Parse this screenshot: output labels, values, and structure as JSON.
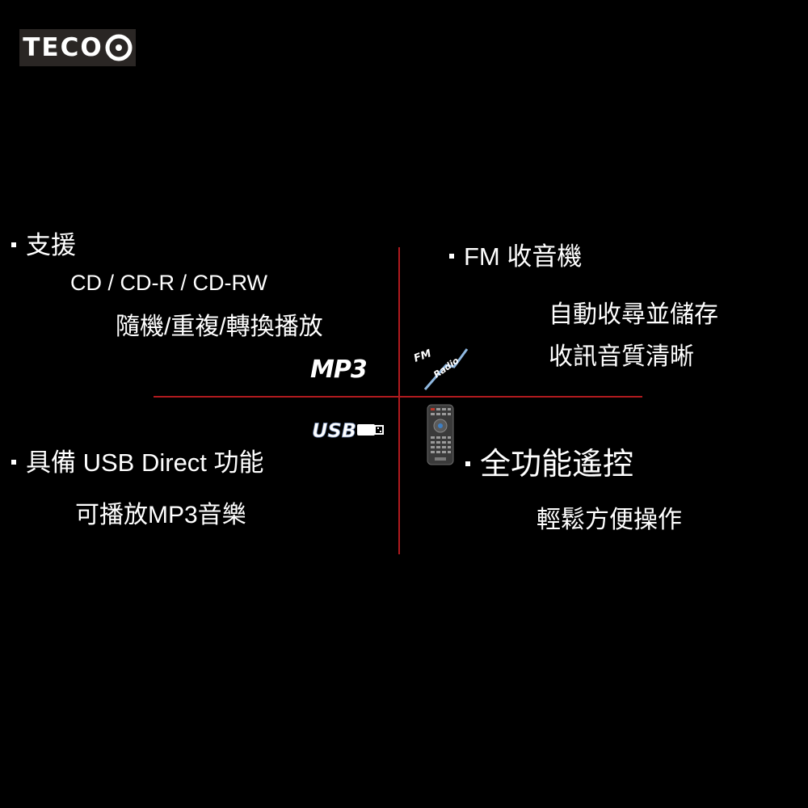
{
  "brand": {
    "logo_text": "TECO"
  },
  "features": {
    "support": {
      "heading": "支援",
      "line1": "CD / CD-R / CD-RW",
      "line2": "隨機/重複/轉換播放"
    },
    "fm": {
      "heading": "FM 收音機",
      "line1": "自動收尋並儲存",
      "line2": "收訊音質清晰"
    },
    "usb": {
      "heading": "具備 USB Direct 功能",
      "line1": "可播放MP3音樂"
    },
    "remote": {
      "heading": "全功能遙控",
      "line1": "輕鬆方便操作"
    }
  },
  "icons": {
    "mp3_label": "MP3",
    "fm_label": "FM",
    "radio_label": "Radio",
    "usb_label": "USB"
  },
  "colors": {
    "background": "#000000",
    "divider": "#b01a1e",
    "text": "#ffffff",
    "logo_bg": "#2a2624"
  }
}
